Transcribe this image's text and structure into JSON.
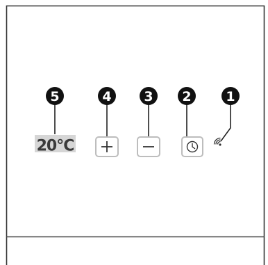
{
  "display": {
    "text": "20°C"
  },
  "callouts": [
    {
      "label": "5",
      "target": "temperature-display"
    },
    {
      "label": "4",
      "target": "plus-button",
      "symbol": "plus-icon"
    },
    {
      "label": "3",
      "target": "minus-button",
      "symbol": "minus-icon"
    },
    {
      "label": "2",
      "target": "timer-button",
      "symbol": "clock-icon"
    },
    {
      "label": "1",
      "target": "wifi-indicator",
      "symbol": "wifi-icon"
    }
  ],
  "colors": {
    "frame": "#333333",
    "callout_fill": "#111111",
    "callout_text": "#ffffff",
    "button_border": "#bdbdbd",
    "display_bg": "#d6d6d6",
    "display_text": "#3a3a3a",
    "leader": "#222222"
  }
}
